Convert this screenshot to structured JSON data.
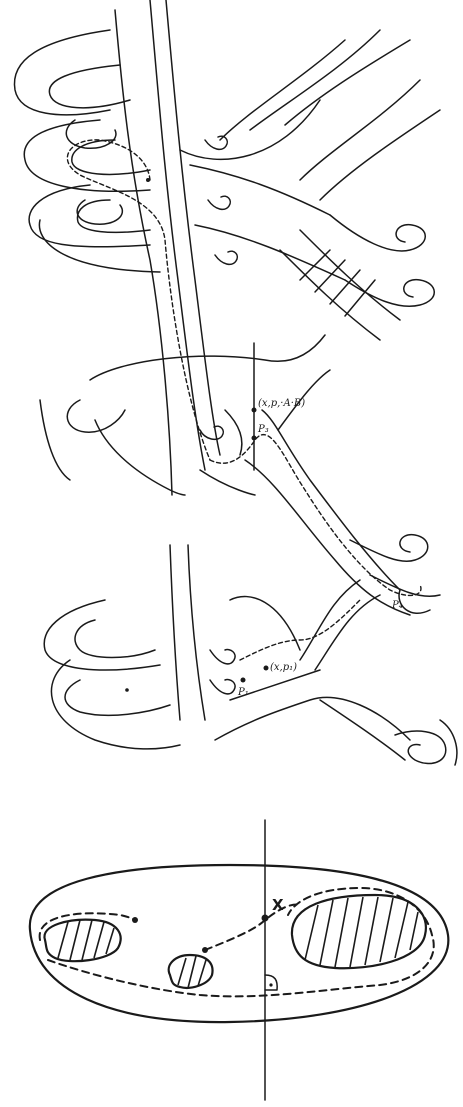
{
  "labels": {
    "upper": {
      "point_top": "(x,p,·A·B)",
      "p3": "P₃",
      "p4": "P₄",
      "p1": "P₁",
      "point_mid": "(x,p₁)"
    },
    "lower": {
      "x": "X"
    }
  }
}
